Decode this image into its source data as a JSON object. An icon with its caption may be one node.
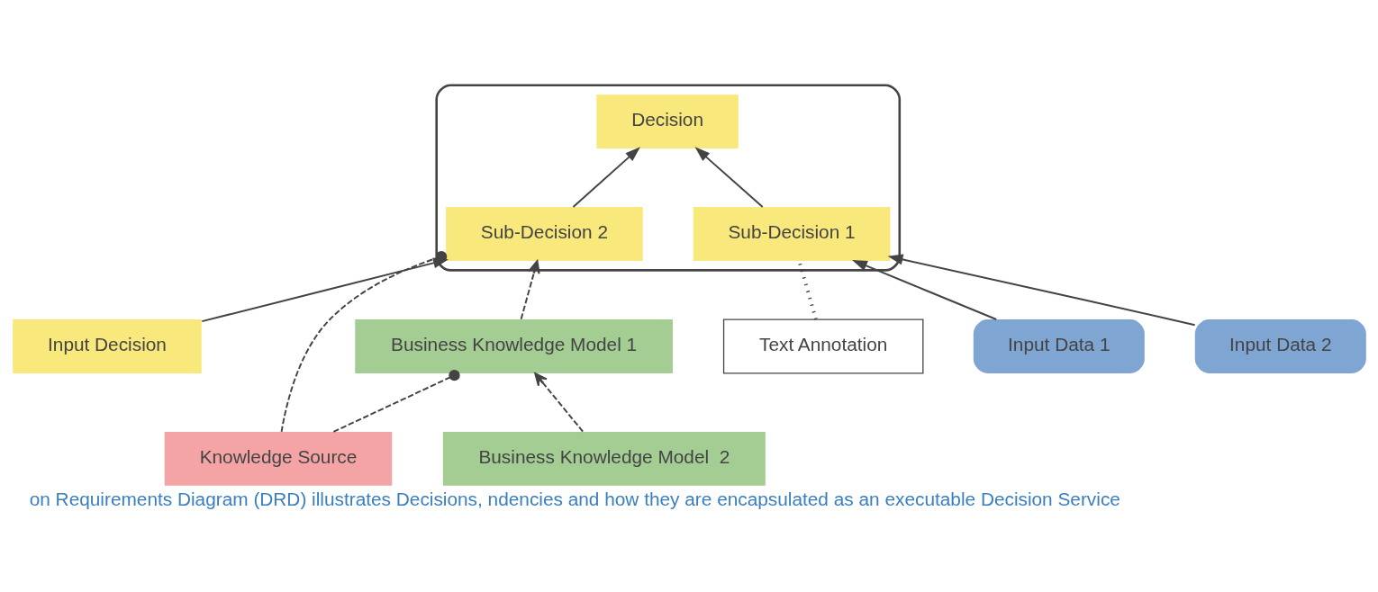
{
  "diagram": {
    "caption": "on Requirements Diagram (DRD) illustrates Decisions, ndencies and how they are encapsulated as an executable Decision Service",
    "nodes": [
      {
        "text": [],
        "shape": "box"
      },
      {
        "text": [
          "Decision"
        ],
        "in": 0
      },
      {
        "text": [
          "Input Decision"
        ]
      },
      {
        "text": [
          "Text Annotation"
        ]
      },
      {
        "text": [
          "Sub-Decision 1"
        ],
        "in": 0
      },
      {
        "text": [
          "Sub-Decision 2"
        ],
        "in": 0
      },
      {
        "text": [
          "Knowledge Source"
        ]
      },
      {
        "text": [
          "Input Data 1"
        ]
      },
      {
        "text": [
          "Input Data 2"
        ]
      },
      {
        "text": [
          "Business Knowledge Model 1"
        ]
      },
      {
        "text": [
          "Business Knowledge Model  2"
        ]
      }
    ],
    "edges": [
      {
        "from": 4,
        "to": 1,
        "arrow": "to"
      },
      {
        "from": 5,
        "to": 1,
        "arrow": "to"
      },
      {
        "from": 2,
        "to": 5,
        "arrow": "to"
      },
      {
        "from": 3,
        "to": 4,
        "arrow": "none",
        "style": "dashed"
      },
      {
        "from": 6,
        "to": 5,
        "arrow": "other",
        "style": "dashed"
      },
      {
        "from": 7,
        "to": 4,
        "arrow": "to"
      },
      {
        "from": 8,
        "to": 4,
        "arrow": "to"
      },
      {
        "from": 9,
        "to": 5,
        "arrow": "to",
        "style": "dashed"
      },
      {
        "from": 6,
        "to": 9,
        "arrow": "other",
        "style": "dashed"
      },
      {
        "from": 10,
        "to": 9,
        "arrow": "to",
        "style": "dashed"
      }
    ]
  }
}
